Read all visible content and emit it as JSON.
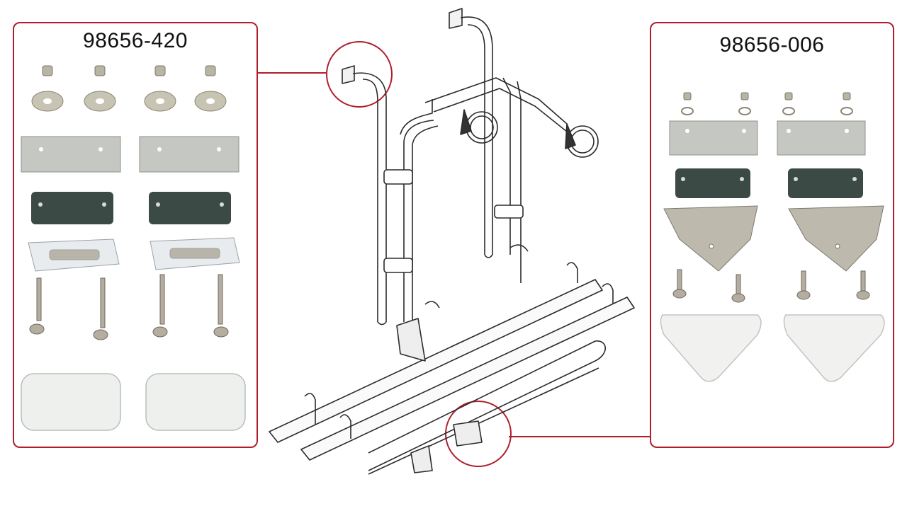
{
  "kits": {
    "left": {
      "code": "98656-420"
    },
    "right": {
      "code": "98656-006"
    }
  },
  "colors": {
    "accent": "#b01e2d",
    "metal": "#c9cac4",
    "dark_pad": "#3a4a46",
    "cap": "#ecedea"
  },
  "icons": {
    "illustration": "bike-carrier-drawing",
    "parts": [
      "nut-icon",
      "washer-icon",
      "plate-icon",
      "pad-icon",
      "bracket-icon",
      "bolt-icon",
      "end-cap-icon"
    ]
  }
}
